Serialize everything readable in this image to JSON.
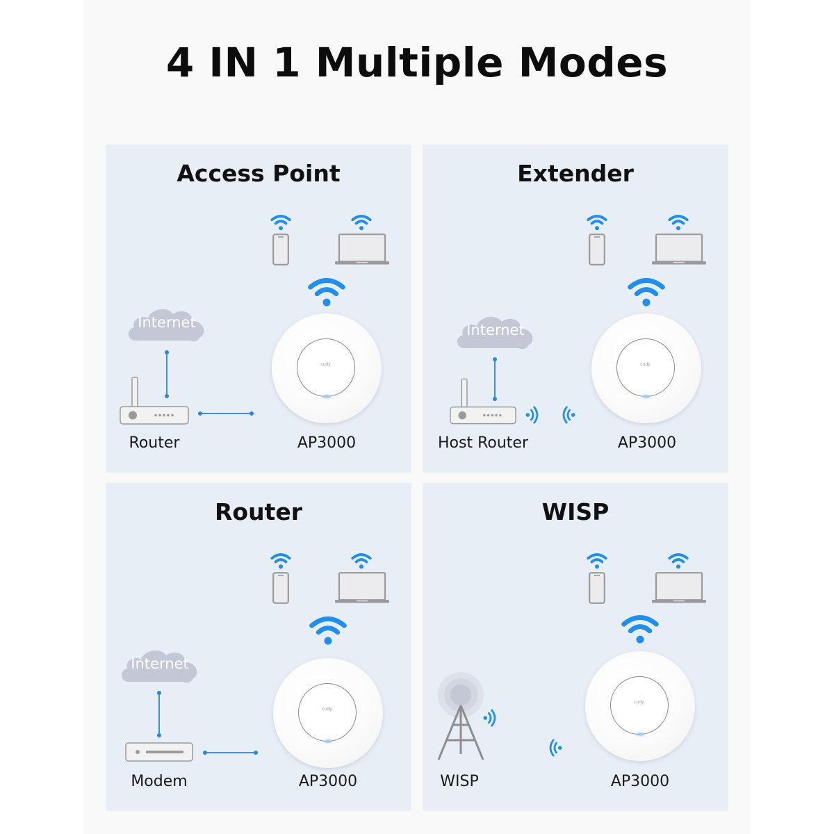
{
  "title": "4 IN 1 Multiple Modes",
  "colors": {
    "accent_blue": "#1f8ef1",
    "panel_bg": "#e7eef6",
    "cloud_gray": "#c4c8d6",
    "device_gray": "#9a9a9c"
  },
  "modes": [
    {
      "title": "Access Point",
      "source_label": "Router",
      "source_device": "router-icon",
      "cloud_label": "Internet",
      "device_label": "AP3000",
      "ap_logo": "cudy",
      "link_type": "wired",
      "clients": [
        "phone-icon",
        "laptop-icon"
      ]
    },
    {
      "title": "Extender",
      "source_label": "Host Router",
      "source_device": "router-icon",
      "cloud_label": "Internet",
      "device_label": "AP3000",
      "ap_logo": "cudy",
      "link_type": "wireless",
      "clients": [
        "phone-icon",
        "laptop-icon"
      ]
    },
    {
      "title": "Router",
      "source_label": "Modem",
      "source_device": "modem-icon",
      "cloud_label": "Internet",
      "device_label": "AP3000",
      "ap_logo": "cudy",
      "link_type": "wired",
      "clients": [
        "phone-icon",
        "laptop-icon"
      ]
    },
    {
      "title": "WISP",
      "source_label": "WISP",
      "source_device": "tower-icon",
      "device_label": "AP3000",
      "ap_logo": "cudy",
      "link_type": "wireless",
      "clients": [
        "phone-icon",
        "laptop-icon"
      ]
    }
  ]
}
